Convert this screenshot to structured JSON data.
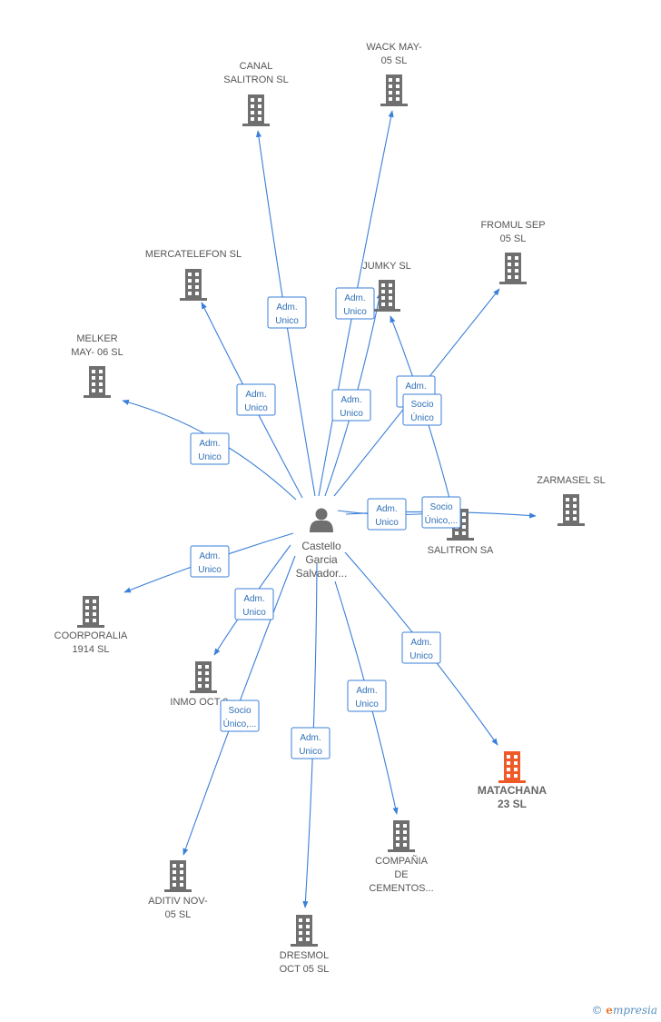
{
  "center": {
    "name_lines": [
      "Castello",
      "Garcia",
      "Salvador..."
    ],
    "icon": "person-icon"
  },
  "colors": {
    "edge": "#3a7fd9",
    "building": "#6f6f6f",
    "highlight": "#f05a28"
  },
  "nodes": [
    {
      "id": "canal-salitron",
      "lines": [
        "CANAL",
        "SALITRON SL"
      ],
      "icon": "building-icon"
    },
    {
      "id": "wack-may",
      "lines": [
        "WACK MAY-",
        "05 SL"
      ],
      "icon": "building-icon"
    },
    {
      "id": "fromul-sep",
      "lines": [
        "FROMUL SEP",
        "05 SL"
      ],
      "icon": "building-icon"
    },
    {
      "id": "mercatelefon",
      "lines": [
        "MERCATELEFON SL"
      ],
      "icon": "building-icon"
    },
    {
      "id": "jumky",
      "lines": [
        "JUMKY SL"
      ],
      "icon": "building-icon"
    },
    {
      "id": "melker-may",
      "lines": [
        "MELKER",
        "MAY- 06 SL"
      ],
      "icon": "building-icon"
    },
    {
      "id": "zarmasel",
      "lines": [
        "ZARMASEL  SL"
      ],
      "icon": "building-icon"
    },
    {
      "id": "salitron-sa",
      "lines": [
        "SALITRON SA"
      ],
      "icon": "building-icon"
    },
    {
      "id": "coorporalia",
      "lines": [
        "COORPORALIA",
        "1914 SL"
      ],
      "icon": "building-icon"
    },
    {
      "id": "inmo-oct",
      "lines": [
        "INMO OCT 0..."
      ],
      "icon": "building-icon"
    },
    {
      "id": "matachana",
      "lines": [
        "MATACHANA",
        "23 SL"
      ],
      "icon": "building-icon",
      "highlight": true
    },
    {
      "id": "compania-cementos",
      "lines": [
        "COMPAÑIA",
        "DE",
        "CEMENTOS..."
      ],
      "icon": "building-icon"
    },
    {
      "id": "aditiv-nov",
      "lines": [
        "ADITIV NOV-",
        "05 SL"
      ],
      "icon": "building-icon"
    },
    {
      "id": "dresmol-oct",
      "lines": [
        "DRESMOL",
        "OCT 05 SL"
      ],
      "icon": "building-icon"
    }
  ],
  "edges": [
    {
      "target": "canal-salitron",
      "label": [
        "Adm.",
        "Unico"
      ]
    },
    {
      "target": "wack-may",
      "label": [
        "Adm.",
        "Unico"
      ]
    },
    {
      "target": "mercatelefon",
      "label": [
        "Adm.",
        "Unico"
      ]
    },
    {
      "target": "jumky",
      "label": [
        "Adm.",
        "Unico"
      ]
    },
    {
      "target": "fromul-sep",
      "label": [
        "Adm.",
        "Unico"
      ]
    },
    {
      "target": "jumky",
      "label": [
        "Socio",
        "Único"
      ]
    },
    {
      "target": "melker-may",
      "label": [
        "Adm.",
        "Unico"
      ]
    },
    {
      "target": "zarmasel",
      "label": [
        "Adm.",
        "Unico"
      ]
    },
    {
      "target": "salitron-sa",
      "label": [
        "Socio",
        "Único,..."
      ]
    },
    {
      "target": "coorporalia",
      "label": [
        "Adm.",
        "Unico"
      ]
    },
    {
      "target": "inmo-oct",
      "label": [
        "Adm.",
        "Unico"
      ]
    },
    {
      "target": "matachana",
      "label": [
        "Adm.",
        "Unico"
      ]
    },
    {
      "target": "aditiv-nov",
      "label": [
        "Socio",
        "Único,..."
      ]
    },
    {
      "target": "compania-cementos",
      "label": [
        "Adm.",
        "Unico"
      ]
    },
    {
      "target": "dresmol-oct",
      "label": [
        "Adm.",
        "Unico"
      ]
    }
  ],
  "watermark": {
    "symbol": "©",
    "brand_initial": "e",
    "brand_rest": "mpresia"
  }
}
